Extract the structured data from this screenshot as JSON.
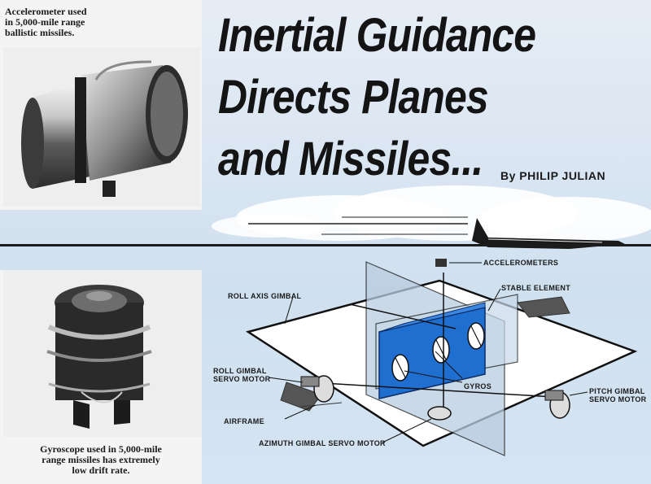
{
  "article": {
    "title_lines": [
      "Inertial Guidance",
      "Directs Planes",
      "and Missiles..."
    ],
    "byline": "By PHILIP JULIAN"
  },
  "photos": {
    "accelerometer": {
      "caption_lines": [
        "Accelerometer used",
        "in 5,000-mile range",
        "ballistic missiles."
      ]
    },
    "gyroscope": {
      "caption_lines": [
        "Gyroscope used in 5,000-mile",
        "range missiles has extremely",
        "low drift rate."
      ]
    }
  },
  "diagram": {
    "labels": {
      "accelerometers": "ACCELEROMETERS",
      "stable_element": "STABLE ELEMENT",
      "roll_axis_gimbal": "ROLL AXIS GIMBAL",
      "roll_gimbal_servo_motor": [
        "ROLL GIMBAL",
        "SERVO MOTOR"
      ],
      "gyros": "GYROS",
      "pitch_gimbal_servo_motor": [
        "PITCH GIMBAL",
        "SERVO MOTOR"
      ],
      "airframe": "AIRFRAME",
      "azimuth_gimbal_servo_motor": "AZIMUTH GIMBAL SERVO MOTOR"
    },
    "colors": {
      "stable_element": "#1f6fd0",
      "gimbal_panel": "#b8cde0",
      "line": "#111111"
    }
  }
}
